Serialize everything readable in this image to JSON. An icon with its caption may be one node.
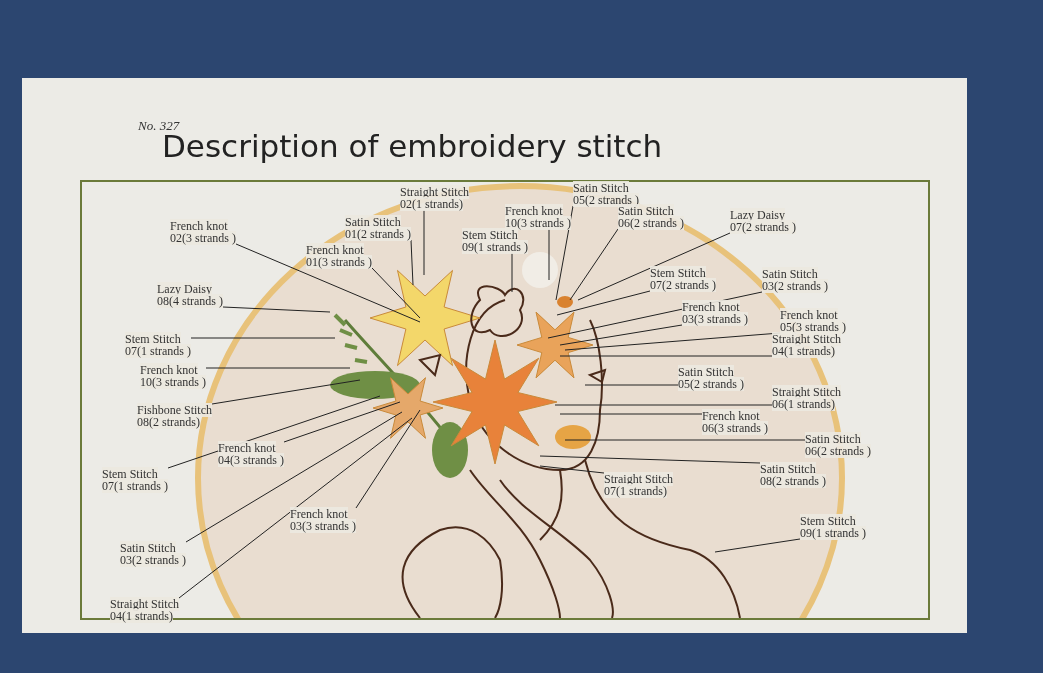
{
  "diagram": {
    "title": "Description of embroidery stitch",
    "nodes": [
      {
        "text": [
          "Straight Stitch",
          "02(1 strands)"
        ]
      },
      {
        "text": [
          "Satin Stitch",
          "05(2 strands )"
        ]
      },
      {
        "text": [
          "French knot",
          "02(3 strands )"
        ]
      },
      {
        "text": [
          "Satin Stitch",
          "01(2 strands )"
        ]
      },
      {
        "text": [
          "French knot",
          "10(3 strands )"
        ]
      },
      {
        "text": [
          "Satin Stitch",
          "06(2 strands )"
        ]
      },
      {
        "text": [
          "Lazy Daisy",
          "07(2 strands )"
        ]
      },
      {
        "text": [
          "Stem Stitch",
          "09(1 strands )"
        ]
      },
      {
        "text": [
          "French knot",
          "01(3 strands )"
        ]
      },
      {
        "text": [
          "Stem Stitch",
          "07(2 strands )"
        ]
      },
      {
        "text": [
          "Satin Stitch",
          "03(2 strands )"
        ]
      },
      {
        "text": [
          "Lazy Daisy",
          "08(4 strands )"
        ]
      },
      {
        "text": [
          "French knot",
          "03(3 strands )"
        ]
      },
      {
        "text": [
          "French knot",
          "05(3 strands )"
        ]
      },
      {
        "text": [
          "Stem Stitch",
          "07(1 strands )"
        ]
      },
      {
        "text": [
          "Straight Stitch",
          "04(1 strands)"
        ]
      },
      {
        "text": [
          "French knot",
          "10(3 strands )"
        ]
      },
      {
        "text": [
          "Satin Stitch",
          "05(2 strands )"
        ]
      },
      {
        "text": [
          "Straight Stitch",
          "06(1 strands)"
        ]
      },
      {
        "text": [
          "Fishbone Stitch",
          "08(2 strands)"
        ]
      },
      {
        "text": [
          "French knot",
          "06(3 strands )"
        ]
      },
      {
        "text": [
          "Stem Stitch",
          "07(1 strands )"
        ]
      },
      {
        "text": [
          "French knot",
          "04(3 strands )"
        ]
      },
      {
        "text": [
          "Satin Stitch",
          "06(2 strands )"
        ]
      },
      {
        "text": [
          "Satin Stitch",
          "08(2 strands )"
        ]
      },
      {
        "text": [
          "Straight Stitch",
          "07(1 strands)"
        ]
      },
      {
        "text": [
          "French knot",
          "03(3 strands )"
        ]
      },
      {
        "text": [
          "Satin Stitch",
          "03(2 strands )"
        ]
      },
      {
        "text": [
          "Stem Stitch",
          "09(1 strands )"
        ]
      },
      {
        "text": [
          "Straight Stitch",
          "04(1 strands)"
        ]
      }
    ],
    "edges": [
      {
        "from": 0,
        "to": null,
        "arrow": "none"
      },
      {
        "from": 1,
        "to": null,
        "arrow": "none"
      },
      {
        "from": 2,
        "to": null,
        "arrow": "none"
      },
      {
        "from": 3,
        "to": null,
        "arrow": "none"
      },
      {
        "from": 4,
        "to": null,
        "arrow": "none"
      },
      {
        "from": 5,
        "to": null,
        "arrow": "none"
      },
      {
        "from": 6,
        "to": null,
        "arrow": "none"
      },
      {
        "from": 7,
        "to": null,
        "arrow": "none"
      },
      {
        "from": 8,
        "to": null,
        "arrow": "none"
      },
      {
        "from": 9,
        "to": null,
        "arrow": "none"
      },
      {
        "from": 10,
        "to": null,
        "arrow": "none"
      },
      {
        "from": 11,
        "to": null,
        "arrow": "none"
      },
      {
        "from": 12,
        "to": null,
        "arrow": "none"
      },
      {
        "from": 13,
        "to": null,
        "arrow": "none"
      },
      {
        "from": 14,
        "to": null,
        "arrow": "none"
      },
      {
        "from": 15,
        "to": null,
        "arrow": "none"
      },
      {
        "from": 16,
        "to": null,
        "arrow": "none"
      },
      {
        "from": 17,
        "to": null,
        "arrow": "none"
      },
      {
        "from": 18,
        "to": null,
        "arrow": "none"
      },
      {
        "from": 19,
        "to": null,
        "arrow": "none"
      },
      {
        "from": 20,
        "to": null,
        "arrow": "none"
      },
      {
        "from": 21,
        "to": null,
        "arrow": "none"
      },
      {
        "from": 22,
        "to": null,
        "arrow": "none"
      },
      {
        "from": 23,
        "to": null,
        "arrow": "none"
      },
      {
        "from": 24,
        "to": null,
        "arrow": "none"
      },
      {
        "from": 25,
        "to": null,
        "arrow": "none"
      },
      {
        "from": 26,
        "to": null,
        "arrow": "none"
      },
      {
        "from": 27,
        "to": null,
        "arrow": "none"
      },
      {
        "from": 28,
        "to": null,
        "arrow": "none"
      },
      {
        "from": 29,
        "to": null,
        "arrow": "none"
      }
    ],
    "labels": [
      "No. 327"
    ]
  }
}
